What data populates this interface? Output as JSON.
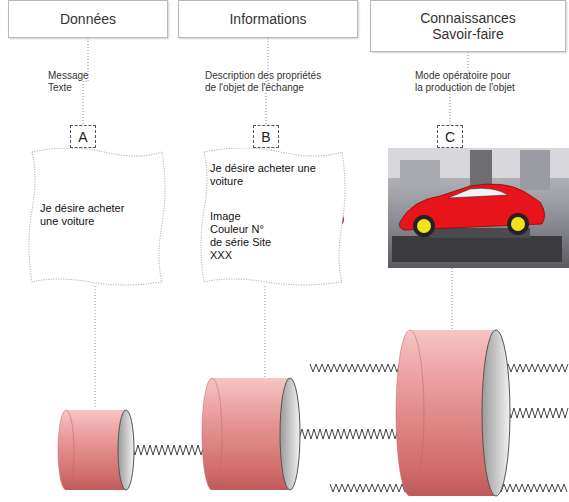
{
  "diagram": {
    "nodes": [
      {
        "text": [
          "Données"
        ]
      },
      {
        "text": [
          "Informations"
        ]
      },
      {
        "text": [
          "Connaissances Savoir-faire"
        ]
      },
      {
        "text": [
          "A"
        ]
      },
      {
        "text": [
          "B"
        ]
      },
      {
        "text": [
          "C"
        ]
      },
      {
        "text": [
          "Je désire acheter une voiture"
        ]
      },
      {
        "text": [
          "Je désire acheter une voiture",
          "Image Couleur N° de série Site XXX"
        ]
      }
    ],
    "edges": [
      {
        "from": 0,
        "to": 3,
        "arrow": "none"
      },
      {
        "from": 1,
        "to": 4,
        "arrow": "none"
      },
      {
        "from": 2,
        "to": 5,
        "arrow": "none"
      }
    ],
    "labels": [
      "Message Texte",
      "Description des propriétés de l'objet de l'échange",
      "Mode opératoire pour la production de l'objet"
    ]
  }
}
